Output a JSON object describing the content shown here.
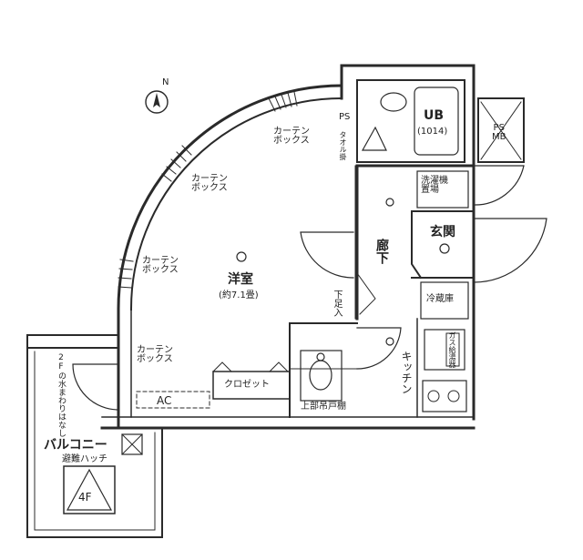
{
  "compass": {
    "north_label": "N"
  },
  "rooms": {
    "western_room": {
      "name": "洋室",
      "size": "(約7.1畳)"
    },
    "unit_bath": {
      "name": "UB",
      "size": "(1014)"
    },
    "entrance": {
      "name": "玄関"
    },
    "hallway": {
      "name": "廊下"
    },
    "kitchen": {
      "name": "キッチン"
    },
    "balcony": {
      "name": "バルコニー"
    }
  },
  "labels": {
    "curtain_box_1": "カーテン\nボックス",
    "curtain_box_2": "カーテン\nボックス",
    "curtain_box_3": "カーテン\nボックス",
    "curtain_box_4": "カーテン\nボックス",
    "ps": "PS",
    "ps_mb": "PS\nMB",
    "washer": "洗濯機\n置場",
    "fridge": "冷蔵庫",
    "closet": "クロゼット",
    "under_floor": "下足入",
    "upper_cabinet": "上部吊戸棚",
    "gas": "ガス給湯器",
    "ac": "AC",
    "evac_hatch": "避難ハッチ",
    "floor": "4F",
    "balcony_note": "2Fの水まわりはなし",
    "towel": "タオル掛"
  }
}
